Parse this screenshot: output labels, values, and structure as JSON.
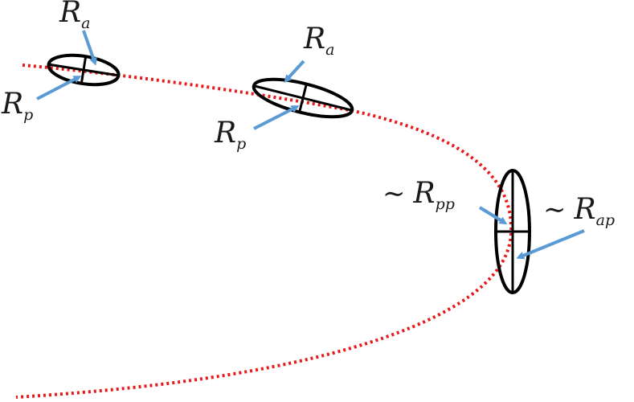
{
  "diagram": {
    "curve_color": "#e8191a",
    "ellipse_color": "#000000",
    "arrow_color": "#5b9bd5",
    "labels": {
      "ellipse1_Ra": {
        "symbol": "R",
        "sub": "a"
      },
      "ellipse1_Rp": {
        "symbol": "R",
        "sub": "p"
      },
      "ellipse2_Ra": {
        "symbol": "R",
        "sub": "a"
      },
      "ellipse2_Rp": {
        "symbol": "R",
        "sub": "p"
      },
      "ellipse3_Rpp": {
        "prefix": "∼",
        "symbol": "R",
        "sub": "pp"
      },
      "ellipse3_Rap": {
        "prefix": "∼",
        "symbol": "R",
        "sub": "ap"
      }
    }
  }
}
